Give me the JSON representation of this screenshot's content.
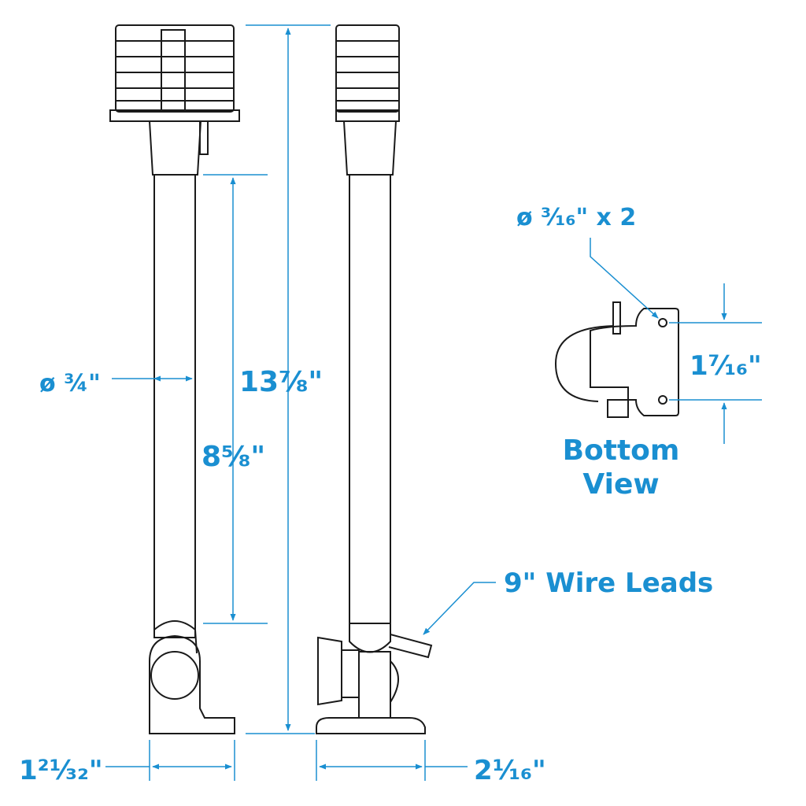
{
  "colors": {
    "accent": "#1a8fd1",
    "line": "#1a1a1a",
    "background": "#ffffff"
  },
  "dimensions": {
    "overall_height": "13⅞\"",
    "pole_length": "8⅝\"",
    "pole_diameter": "ø ¾\"",
    "base_width_side": "1²¹⁄₃₂\"",
    "base_width_front": "2¹⁄₁₆\"",
    "hole_spacing": "1⁷⁄₁₆\"",
    "hole_spec": "ø ³⁄₁₆\" x 2"
  },
  "labels": {
    "bottom_view_line1": "Bottom",
    "bottom_view_line2": "View",
    "wire_leads": "9\" Wire Leads"
  }
}
